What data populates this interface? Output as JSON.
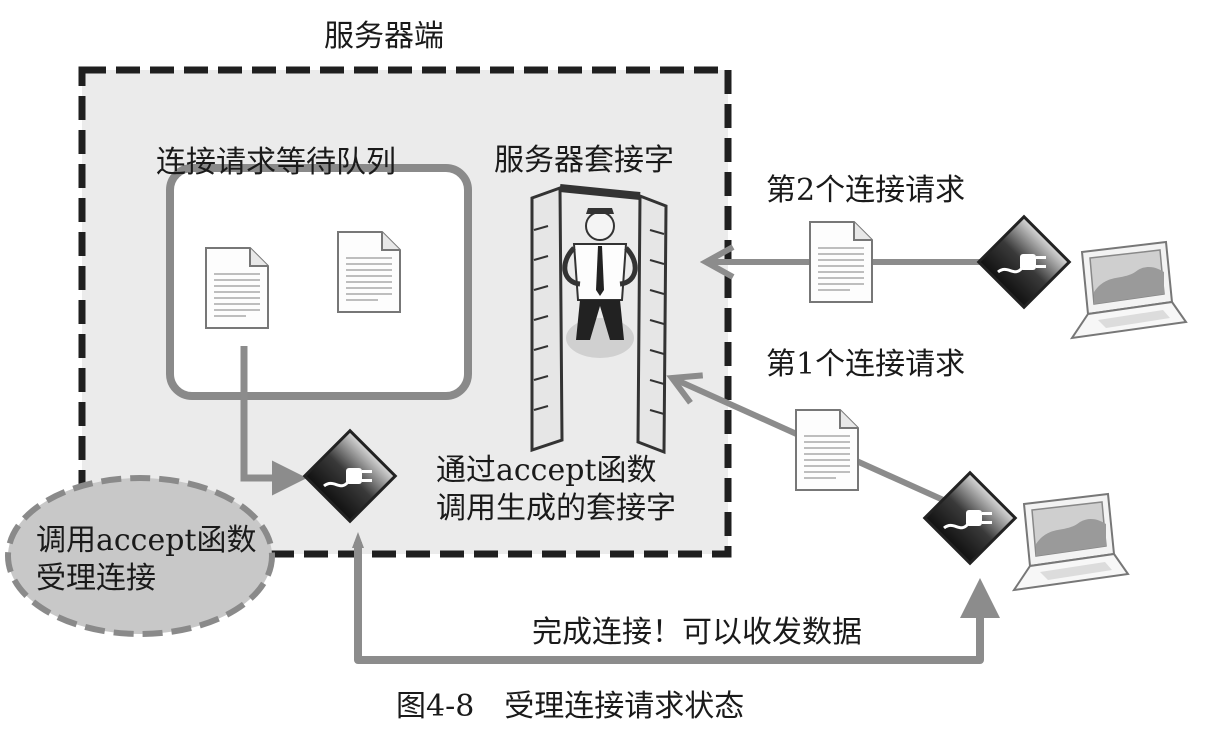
{
  "server": {
    "label": "服务器端"
  },
  "queue": {
    "label": "连接请求等待队列"
  },
  "server_socket": {
    "label": "服务器套接字"
  },
  "requests": {
    "second": "第2个连接请求",
    "first": "第1个连接请求"
  },
  "accepted_socket": {
    "line1": "通过accept函数",
    "line2": "调用生成的套接字"
  },
  "accept_call": {
    "line1": "调用accept函数",
    "line2": "受理连接"
  },
  "result": {
    "label": "完成连接！可以收发数据"
  },
  "caption": {
    "label": "图4-8　受理连接请求状态"
  },
  "icons": {
    "plug": "plug-icon",
    "document": "document-icon",
    "laptop": "laptop-icon",
    "person": "person-in-frame-icon"
  },
  "colors": {
    "arrow": "#8c8c8c",
    "server_fill": "#ebebeb",
    "queue_border": "#8a8a8a",
    "ellipse_fill": "#c8c8c8"
  }
}
